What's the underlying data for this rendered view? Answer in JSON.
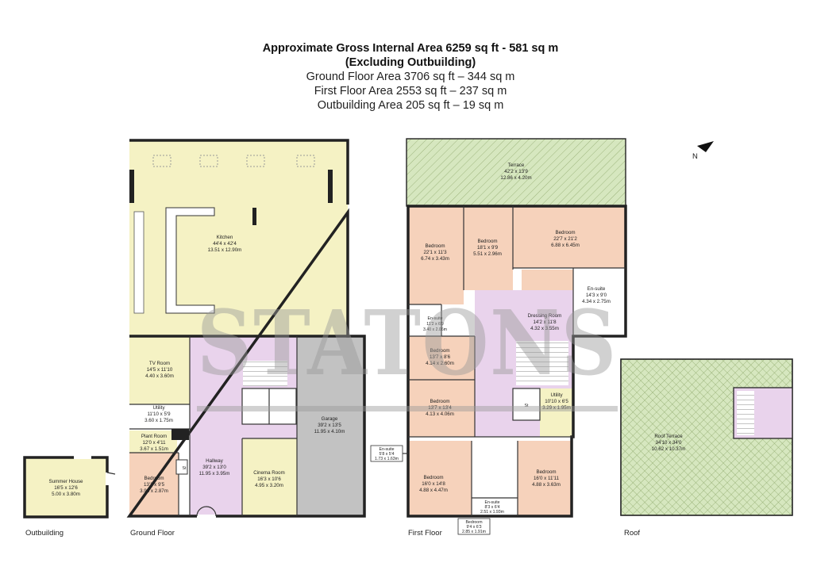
{
  "header": {
    "line1": "Approximate Gross Internal Area 6259 sq ft - 581 sq m",
    "line2": "(Excluding Outbuilding)",
    "line3": "Ground Floor Area 3706 sq ft – 344 sq m",
    "line4": "First Floor Area 2553 sq ft – 237 sq m",
    "line5": "Outbuilding Area 205 sq ft – 19 sq m"
  },
  "watermark": "STATONS",
  "compass": {
    "label": "N"
  },
  "floors": {
    "outbuilding": "Outbuilding",
    "ground": "Ground Floor",
    "first": "First Floor",
    "roof": "Roof"
  },
  "colors": {
    "kitchen": "#f5f2c4",
    "hall": "#e9d3ec",
    "bedroom": "#f6d2bb",
    "garage": "#c2c2c2",
    "service": "#ffffff",
    "terrace_green": "#d6e7bf"
  },
  "rooms": {
    "kitchen": {
      "name": "Kitchen",
      "imperial": "44'4 x 42'4",
      "metric": "13.51 x 12.90m"
    },
    "tv_room": {
      "name": "TV Room",
      "imperial": "14'5 x 11'10",
      "metric": "4.40 x 3.60m"
    },
    "utility_gf": {
      "name": "Utility",
      "imperial": "11'10 x 5'9",
      "metric": "3.60 x 1.75m"
    },
    "plant_room": {
      "name": "Plant Room",
      "imperial": "12'0 x 4'11",
      "metric": "3.67 x 1.51m"
    },
    "bedroom_gf": {
      "name": "Bedroom",
      "imperial": "13'1 x 9'5",
      "metric": "3.98 x 2.87m"
    },
    "hallway": {
      "name": "Hallway",
      "imperial": "39'2 x 13'0",
      "metric": "11.95 x 3.95m"
    },
    "cinema": {
      "name": "Cinema Room",
      "imperial": "16'3 x 10'6",
      "metric": "4.95 x 3.20m"
    },
    "garage": {
      "name": "Garage",
      "imperial": "39'2 x 13'5",
      "metric": "11.95 x 4.10m"
    },
    "summer_house": {
      "name": "Summer House",
      "imperial": "16'5 x 12'6",
      "metric": "5.00 x 3.80m"
    },
    "terrace": {
      "name": "Terrace",
      "imperial": "42'2 x 13'9",
      "metric": "12.86 x 4.20m"
    },
    "bed_ff1": {
      "name": "Bedroom",
      "imperial": "22'1 x 11'3",
      "metric": "6.74 x 3.43m"
    },
    "bed_ff2": {
      "name": "Bedroom",
      "imperial": "18'1 x 9'9",
      "metric": "5.51 x 2.96m"
    },
    "bed_ff3": {
      "name": "Bedroom",
      "imperial": "22'7 x 21'2",
      "metric": "6.88 x 6.45m"
    },
    "ensuite_ff1": {
      "name": "En-suite",
      "imperial": "14'3 x 9'0",
      "metric": "4.34 x 2.75m"
    },
    "ensuite_ff2": {
      "name": "En-suite",
      "imperial": "11'2 x 6'9",
      "metric": "3.40 x 2.06m"
    },
    "dressing": {
      "name": "Dressing Room",
      "imperial": "14'2 x 11'8",
      "metric": "4.32 x 3.55m"
    },
    "bed_ff4": {
      "name": "Bedroom",
      "imperial": "13'7 x 8'6",
      "metric": "4.14 x 2.60m"
    },
    "bed_ff5": {
      "name": "Bedroom",
      "imperial": "13'7 x 13'4",
      "metric": "4.13 x 4.06m"
    },
    "utility_ff": {
      "name": "Utility",
      "imperial": "10'10 x 6'5",
      "metric": "3.29 x 1.95m"
    },
    "ensuite_ff3": {
      "name": "En-suite",
      "imperial": "5'8 x 5'4",
      "metric": "1.73 x 1.63m"
    },
    "bed_ff6": {
      "name": "Bedroom",
      "imperial": "16'0 x 14'8",
      "metric": "4.88 x 4.47m"
    },
    "bed_ff7": {
      "name": "Bedroom",
      "imperial": "16'0 x 11'11",
      "metric": "4.88 x 3.63m"
    },
    "ensuite_ff4": {
      "name": "En-suite",
      "imperial": "8'3 x 6'4",
      "metric": "2.51 x 1.93m"
    },
    "bed_ff8": {
      "name": "Bedroom",
      "imperial": "9'4 x 6'3",
      "metric": "2.85 x 1.91m"
    },
    "roof_terrace": {
      "name": "Roof Terrace",
      "imperial": "34'10 x 34'0",
      "metric": "10.62 x 10.37m"
    }
  },
  "markers": {
    "storage": "St"
  }
}
